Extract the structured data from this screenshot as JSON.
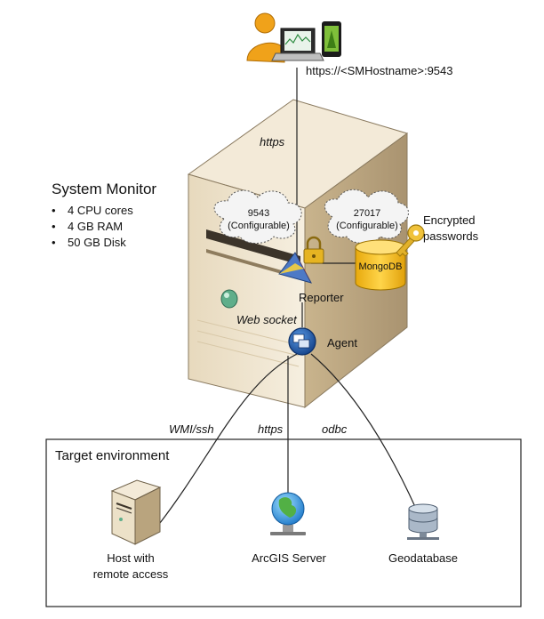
{
  "url_label": "https://<SMHostname>:9543",
  "protocols": {
    "client_to_reporter": "https",
    "reporter_to_agent": "Web socket",
    "agent_to_host": "WMI/ssh",
    "agent_to_arcgis": "https",
    "agent_to_geodatabase": "odbc"
  },
  "system_monitor": {
    "title": "System Monitor",
    "specs": [
      "4 CPU cores",
      "4 GB RAM",
      "50 GB Disk"
    ]
  },
  "ports": {
    "reporter_port": "9543",
    "reporter_port_note": "(Configurable)",
    "mongodb_port": "27017",
    "mongodb_port_note": "(Configurable)"
  },
  "components": {
    "reporter": "Reporter",
    "agent": "Agent",
    "mongodb": "MongoDB",
    "encrypted_line1": "Encrypted",
    "encrypted_line2": "passwords"
  },
  "target": {
    "title": "Target environment",
    "host_line1": "Host with",
    "host_line2": "remote access",
    "arcgis": "ArcGIS Server",
    "geodatabase": "Geodatabase"
  },
  "colors": {
    "server_body": "#efe4cf",
    "server_shade": "#cbb894",
    "database": "#f6c21e",
    "agent_blue": "#1f5fb0",
    "lock_gold": "#e6b422",
    "cloud_fill": "#f4f4f4"
  }
}
